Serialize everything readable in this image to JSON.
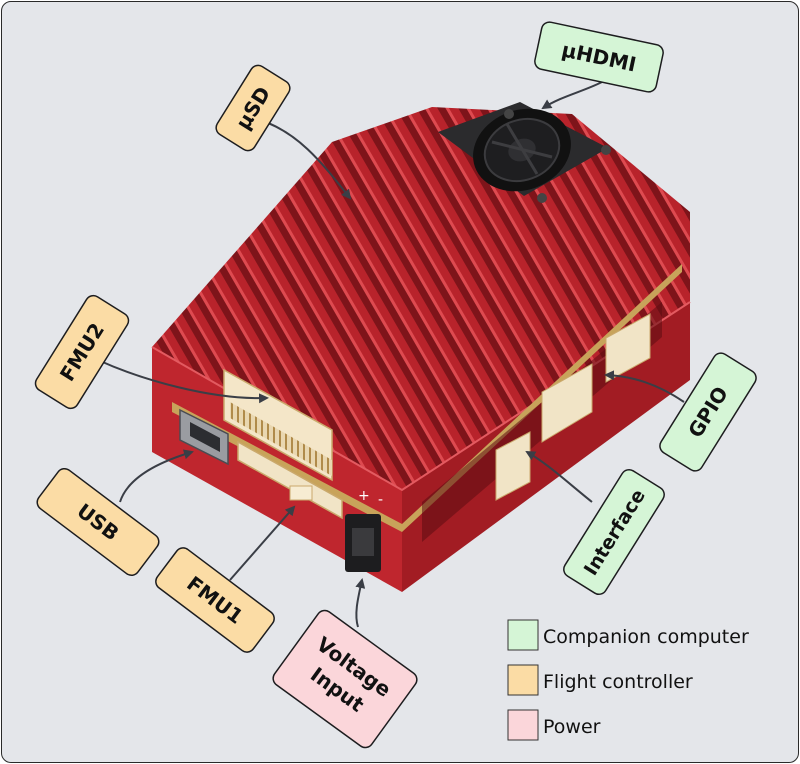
{
  "colors": {
    "companion": "#d5f5d6",
    "flight": "#fbdca5",
    "power": "#fbd6da",
    "body_red": "#b8232b",
    "background": "#e4e6ea"
  },
  "labels": {
    "uhdmi": "µHDMI",
    "usd": "µSD",
    "fmu2": "FMU2",
    "usb": "USB",
    "fmu1": "FMU1",
    "voltage_line1": "Voltage",
    "voltage_line2": "Input",
    "interface": "Interface",
    "gpio": "GPIO",
    "power_plus": "+",
    "power_minus": "-"
  },
  "legend": [
    {
      "label": "Companion computer",
      "color": "#d5f5d6"
    },
    {
      "label": "Flight controller",
      "color": "#fbdca5"
    },
    {
      "label": "Power",
      "color": "#fbd6da"
    }
  ]
}
